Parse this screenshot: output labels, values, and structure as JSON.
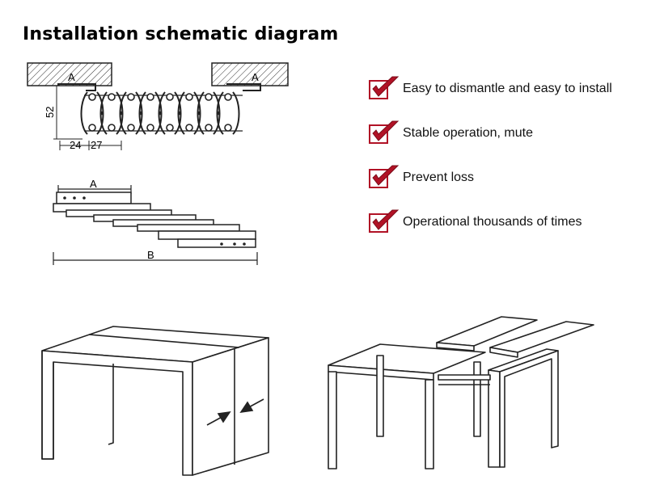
{
  "page": {
    "title": "Installation schematic diagram"
  },
  "dimensions": {
    "rail_label": "A",
    "height": "52",
    "width_1": "24",
    "width_2": "27",
    "closed_label": "A",
    "extended_label": "B"
  },
  "features": [
    {
      "label": "Easy to dismantle and easy to install"
    },
    {
      "label": "Stable operation, mute"
    },
    {
      "label": "Prevent loss"
    },
    {
      "label": "Operational thousands of times"
    }
  ],
  "colors": {
    "check": "#b11226",
    "line": "#222222"
  },
  "icons": {
    "feature": "red-checkmark-icon"
  }
}
